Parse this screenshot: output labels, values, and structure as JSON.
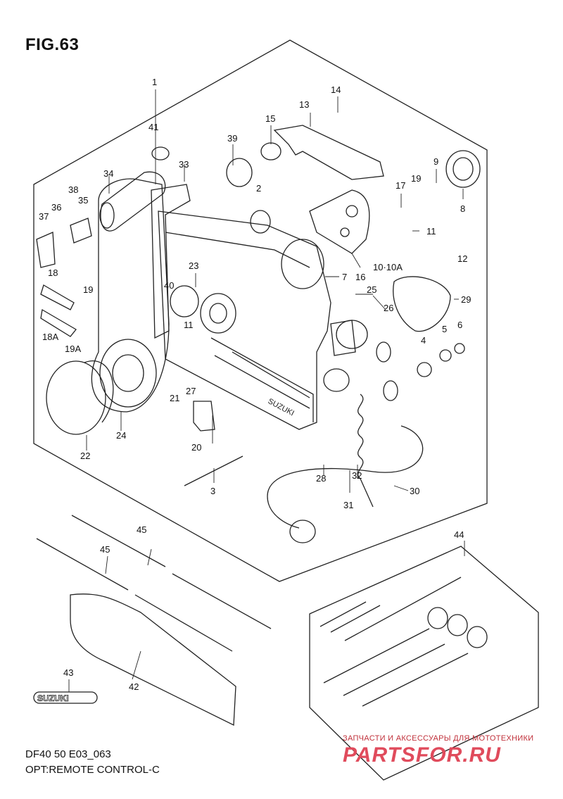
{
  "figure": {
    "title": "FIG.63",
    "code": "DF40 50 E03_063",
    "name": "OPT:REMOTE CONTROL-C"
  },
  "watermark": {
    "text": "ЗАПЧАСТИ И АКСЕССУАРЫ ДЛЯ МОТОТЕХНИКИ",
    "logo": "PARTSFOR.RU",
    "color": "#e04b5c"
  },
  "brand_text": "SUZUKI",
  "callouts": {
    "c1": "1",
    "c2": "2",
    "c3": "3",
    "c4": "4",
    "c5": "5",
    "c6": "6",
    "c7": "7",
    "c8": "8",
    "c9": "9",
    "c10": "10·10A",
    "c11a": "11",
    "c11b": "11",
    "c12": "12",
    "c13": "13",
    "c14": "14",
    "c15": "15",
    "c16": "16",
    "c17": "17",
    "c18": "18",
    "c18a": "18A",
    "c19a": "19",
    "c19b": "19",
    "c19c": "19A",
    "c20": "20",
    "c21": "21",
    "c22": "22",
    "c23": "23",
    "c24": "24",
    "c25": "25",
    "c26": "26",
    "c27": "27",
    "c28": "28",
    "c29": "29",
    "c30": "30",
    "c31": "31",
    "c32": "32",
    "c33": "33",
    "c34": "34",
    "c35": "35",
    "c36": "36",
    "c37": "37",
    "c38": "38",
    "c39": "39",
    "c40": "40",
    "c41": "41",
    "c42": "42",
    "c43": "43",
    "c44": "44",
    "c45a": "45",
    "c45b": "45"
  }
}
